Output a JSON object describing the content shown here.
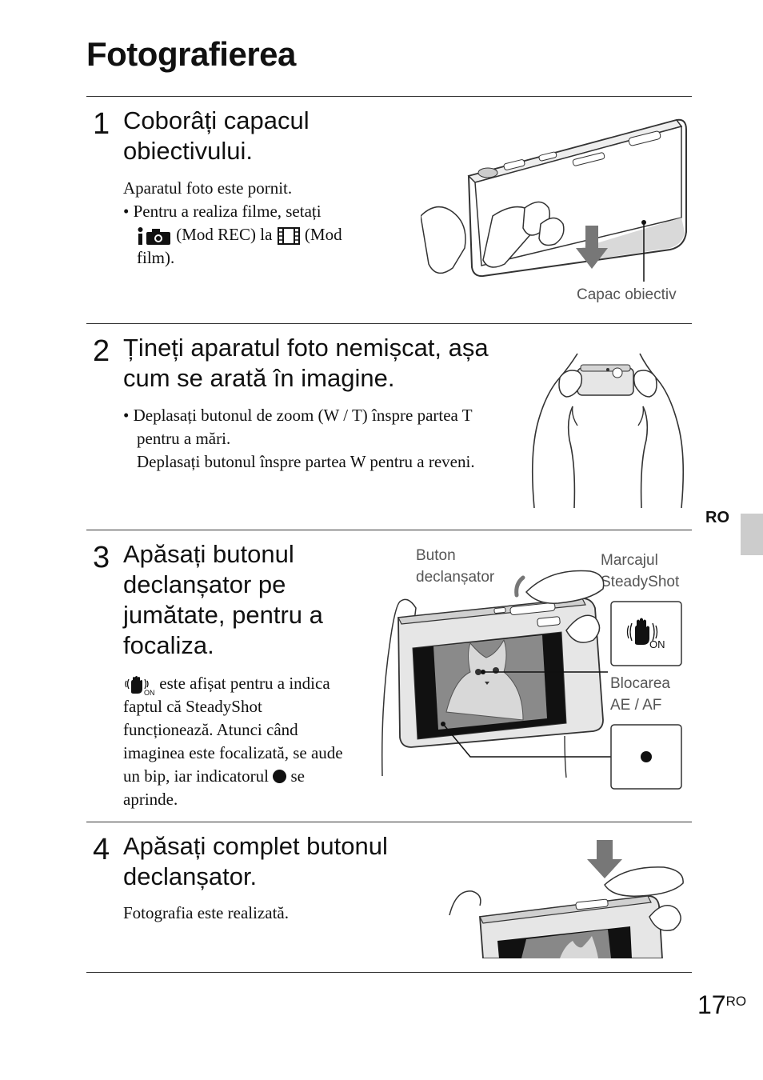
{
  "page": {
    "title": "Fotografierea",
    "lang_tab": "RO",
    "page_number": "17",
    "page_suffix": "RO"
  },
  "steps": [
    {
      "number": "1",
      "heading": "Coborâți capacul obiectivului.",
      "body_line1": "Aparatul foto este pornit.",
      "bullet_a": "• Pentru a realiza filme, setați",
      "bullet_b_mid": "(Mod REC) la",
      "bullet_b_end": "(Mod",
      "bullet_c": "film).",
      "label": "Capac obiectiv"
    },
    {
      "number": "2",
      "heading": "Țineți aparatul foto nemișcat, așa cum se arată în imagine.",
      "bullet_a": "• Deplasați butonul de zoom (W / T) înspre partea T pentru a mări.",
      "bullet_b": "Deplasați butonul înspre partea W pentru a reveni."
    },
    {
      "number": "3",
      "heading": "Apăsați butonul declanșator pe jumătate, pentru a focaliza.",
      "body_a": "este afișat pentru a indica faptul că SteadyShot funcționează. Atunci când imaginea este focalizată, se aude un bip, iar indicatorul",
      "body_b": "se aprinde.",
      "label_shutter": "Buton declanșator",
      "label_steadyshot": "Marcajul SteadyShot",
      "label_aeaf": "Blocarea AE / AF",
      "icon_on_text": "ON"
    },
    {
      "number": "4",
      "heading": "Apăsați complet butonul declanșator.",
      "body": "Fotografia este realizată."
    }
  ]
}
